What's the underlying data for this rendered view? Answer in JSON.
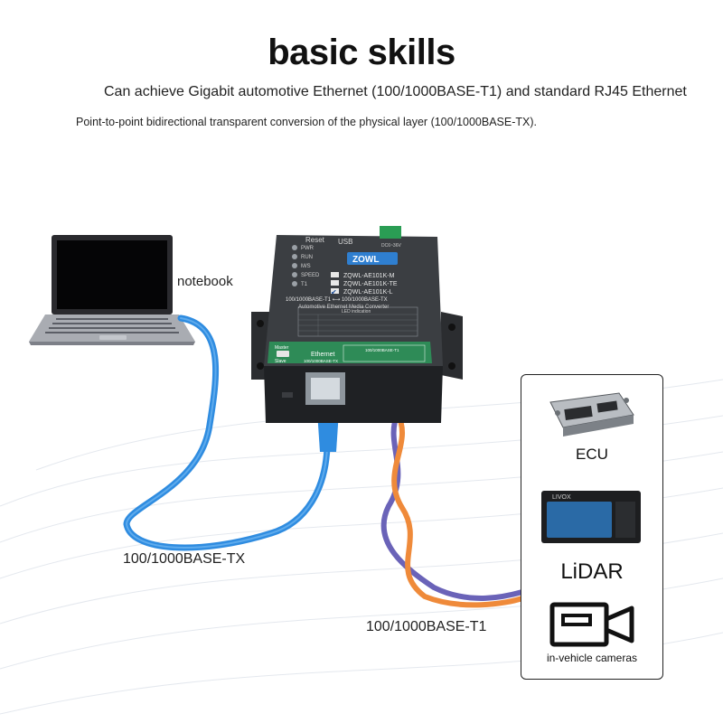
{
  "header": {
    "title": "basic skills",
    "subtitle": "Can achieve Gigabit automotive Ethernet (100/1000BASE-T1) and standard RJ45 Ethernet",
    "description": "Point-to-point bidirectional transparent conversion of the physical layer (100/1000BASE-TX)."
  },
  "laptop": {
    "label": "notebook"
  },
  "cables": {
    "tx_label": "100/1000BASE-TX",
    "t1_label": "100/1000BASE-T1",
    "tx_color": "#2f8ce0",
    "t1_colors": [
      "#ef8a3a",
      "#6a63b8"
    ]
  },
  "device": {
    "reset_label": "Reset",
    "usb_label": "USB",
    "power_label": "DC6~36V",
    "leds": [
      "PWR",
      "RUN",
      "M/S",
      "SPEED",
      "T1"
    ],
    "brand": "ZOWL",
    "models": [
      "ZQWL-AE101K-M",
      "ZQWL-AE101K-TE",
      "ZQWL-AE101K-L"
    ],
    "selected_model": "ZQWL-AE101K-L",
    "conversion": "100/1000BASE-T1 ⟷ 100/1000BASE-TX",
    "product_name": "Automotive Ethernet Media Converter",
    "led_indication": "LED indication",
    "ethernet_label": "Ethernet",
    "ethernet_sub": "100/1000BASE-TX",
    "master_label": "Master",
    "slave_label": "Slave",
    "t1_port_label": "100/1000BASE-T1",
    "accent_color": "#2e8b57"
  },
  "targets": {
    "items": [
      {
        "label": "ECU",
        "icon": "ecu-icon"
      },
      {
        "label": "LiDAR",
        "icon": "lidar-icon",
        "device_text": "LIVOX"
      },
      {
        "label": "in-vehicle cameras",
        "icon": "camera-icon"
      }
    ]
  }
}
